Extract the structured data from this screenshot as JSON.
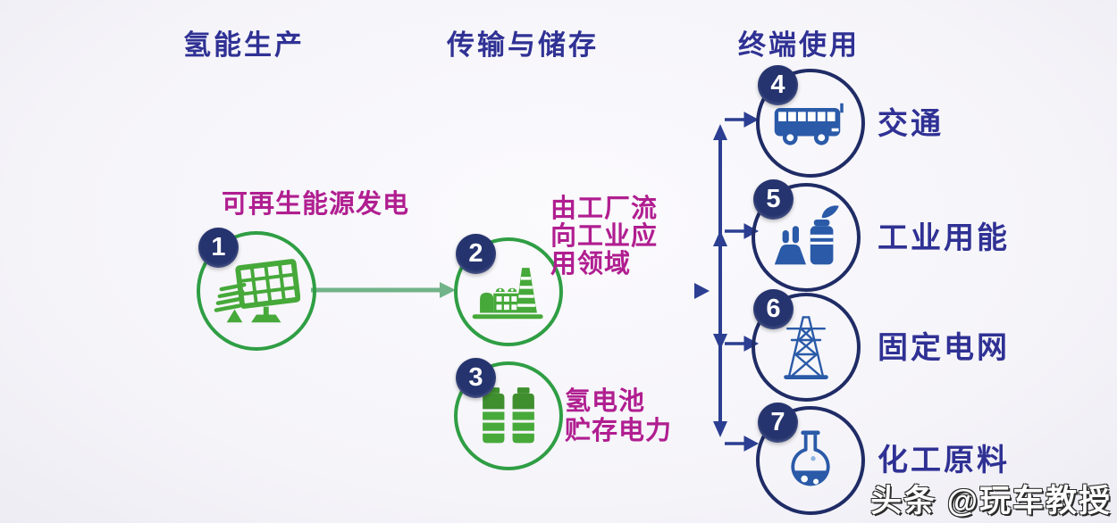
{
  "diagram": {
    "columns": [
      {
        "title": "氢能生产"
      },
      {
        "title": "传输与储存"
      },
      {
        "title": "终端使用"
      }
    ],
    "nodes": {
      "solar": {
        "number": "1",
        "icon": "solar-panel-icon",
        "label": "可再生能源发电"
      },
      "factory": {
        "number": "2",
        "icon": "factory-icon",
        "label_lines": [
          "由工厂流",
          "向工业应",
          "用领域"
        ]
      },
      "battery": {
        "number": "3",
        "icon": "battery-icon",
        "label_lines": [
          "氢电池",
          "贮存电力"
        ]
      },
      "transport": {
        "number": "4",
        "icon": "bus-icon",
        "label": "交通"
      },
      "industry": {
        "number": "5",
        "icon": "industrial-plant-icon",
        "label": "工业用能"
      },
      "grid": {
        "number": "6",
        "icon": "transmission-tower-icon",
        "label": "固定电网"
      },
      "chemical": {
        "number": "7",
        "icon": "chemical-flask-icon",
        "label": "化工原料"
      }
    },
    "watermark": "头条 @玩车教授",
    "colors": {
      "background": "#f6f5f9",
      "navy_text": "#2f3194",
      "navy_line": "#2b3e91",
      "circle_border_navy": "#1f2c66",
      "badge_background": "#25336e",
      "icon_blue": "#2a5aa8",
      "green_border": "#2f9e44",
      "green_icon": "#46a93a",
      "green_dark": "#3f8f2f",
      "green_arrow": "#72b389",
      "teal_arrow_start": "#3a9f93",
      "magenta_text": "#b01e90"
    }
  }
}
